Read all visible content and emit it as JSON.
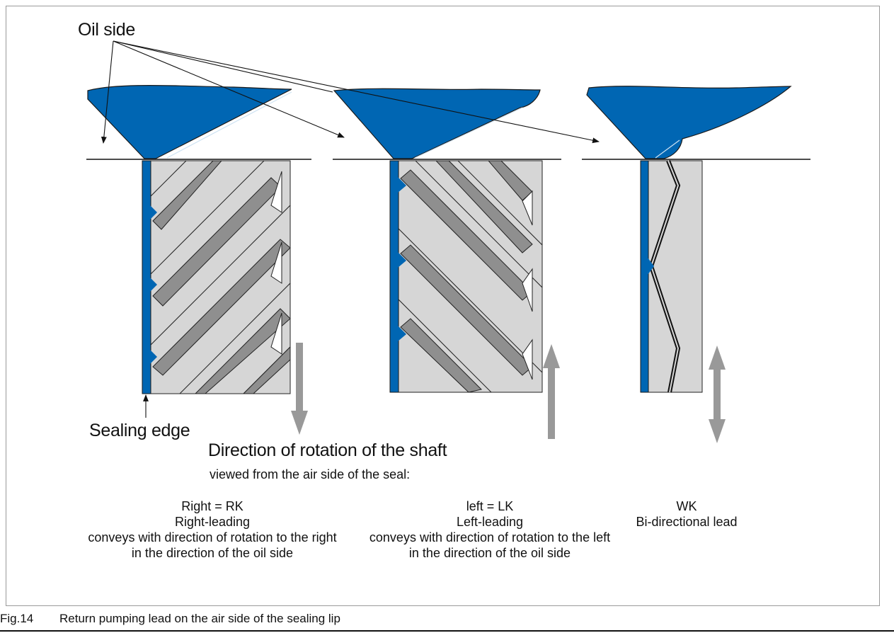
{
  "labels": {
    "oil_side": "Oil side",
    "sealing_edge": "Sealing edge",
    "direction_title": "Direction of rotation of the shaft",
    "direction_subtitle": "viewed from the air side of the seal:"
  },
  "variants": [
    {
      "code_line": "Right = RK",
      "name": "Right-leading",
      "description_1": "conveys with direction of rotation to the right",
      "description_2": "in the direction of the oil side",
      "arrow": "down"
    },
    {
      "code_line": "left = LK",
      "name": "Left-leading",
      "description_1": "conveys with direction of rotation to the left",
      "description_2": "in the direction of the oil side",
      "arrow": "up"
    },
    {
      "code_line": "WK",
      "name": "Bi-directional lead",
      "arrow": "both"
    }
  ],
  "caption": {
    "number": "Fig.14",
    "text": "Return pumping lead on the air side of the sealing lip"
  },
  "colors": {
    "seal_blue": "#0066b3",
    "seal_outline": "#1a1a1a",
    "shaft_face": "#d6d6d6",
    "rib_fill": "#8f8f8f",
    "arrow_gray": "#999999"
  }
}
